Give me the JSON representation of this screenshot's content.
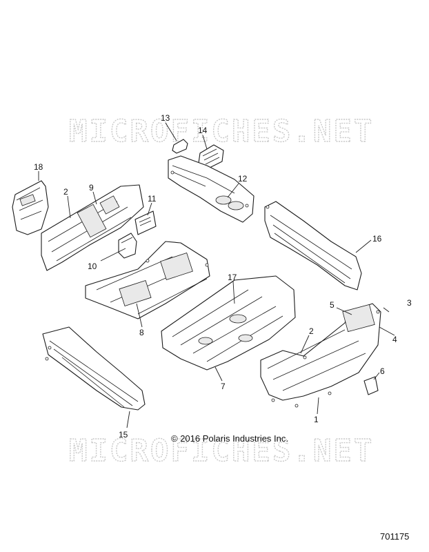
{
  "watermark": {
    "text": "MICROFICHES.NET"
  },
  "copyright": "© 2016 Polaris Industries Inc.",
  "document_number": "701175",
  "callouts": {
    "c1": "1",
    "c2a": "2",
    "c2b": "2",
    "c3": "3",
    "c4": "4",
    "c5": "5",
    "c6": "6",
    "c7": "7",
    "c8": "8",
    "c9": "9",
    "c10": "10",
    "c11": "11",
    "c12": "12",
    "c13": "13",
    "c14": "14",
    "c15": "15",
    "c16": "16",
    "c17": "17",
    "c18": "18"
  }
}
